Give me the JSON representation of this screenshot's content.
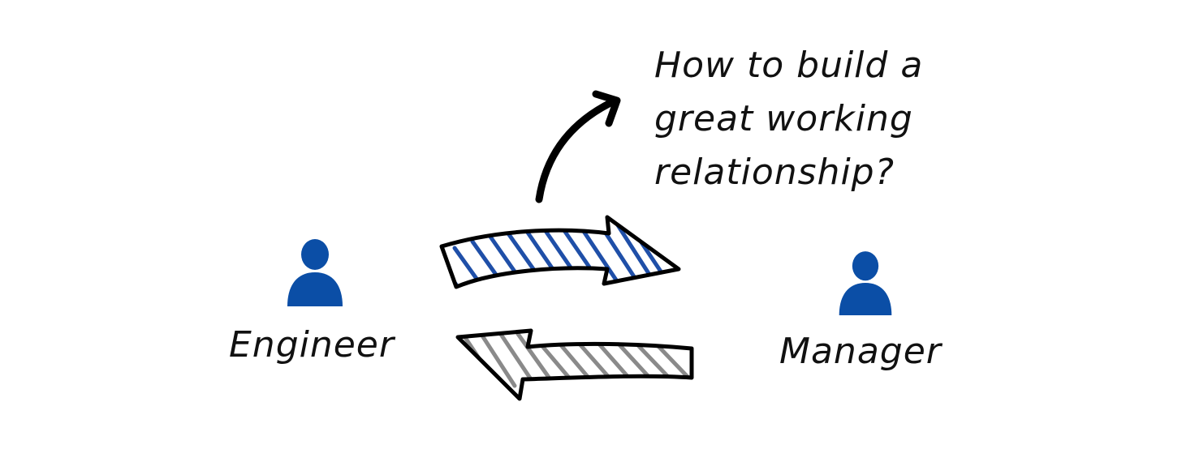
{
  "question": {
    "lines": [
      "How to build a",
      "great working",
      "relationship?"
    ]
  },
  "left_person": {
    "label": "Engineer",
    "icon": "person-icon",
    "color": "#0b4ea6"
  },
  "right_person": {
    "label": "Manager",
    "icon": "person-icon",
    "color": "#0b4ea6"
  },
  "arrows": {
    "top_arrow_color": "#1f4fa8",
    "bottom_arrow_color": "#8a8a8a",
    "curved_arrow_color": "#000000"
  }
}
